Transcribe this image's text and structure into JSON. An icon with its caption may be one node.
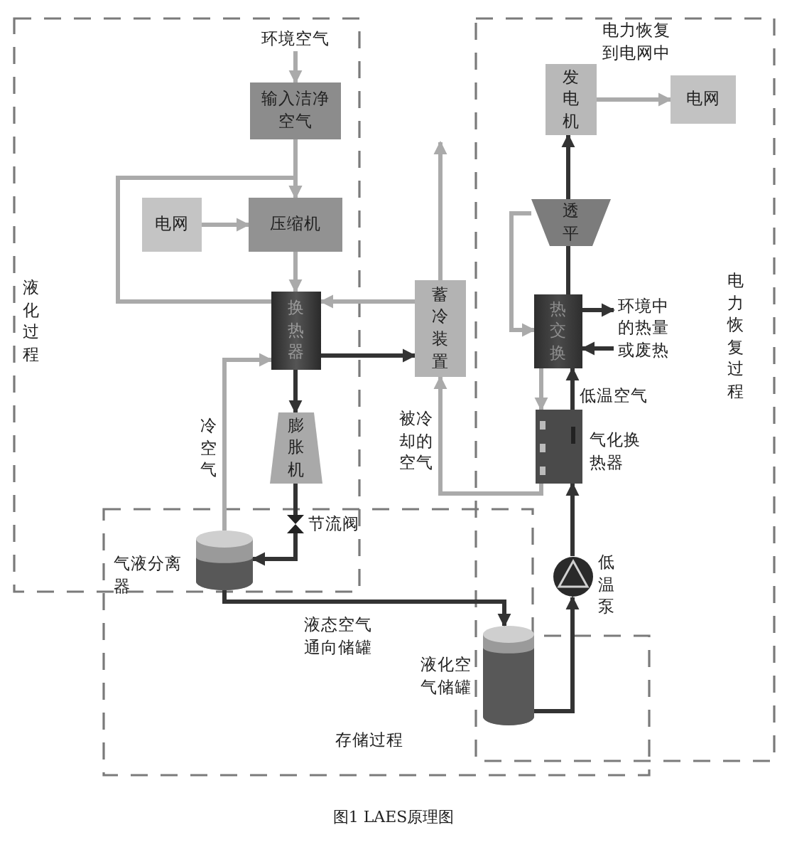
{
  "diagram": {
    "caption": "图1 LAES原理图",
    "nodes": [
      {
        "text": [
          "环境空气"
        ]
      },
      {
        "text": [
          "输入洁净空气"
        ]
      },
      {
        "text": [
          "电网"
        ]
      },
      {
        "text": [
          "压缩机"
        ]
      },
      {
        "text": [
          "换热器"
        ]
      },
      {
        "text": [
          "蓄冷装置"
        ]
      },
      {
        "text": [
          "膨胀机"
        ]
      },
      {
        "text": [],
        "shape": "valve",
        "beside": [
          "节流阀"
        ]
      },
      {
        "text": [],
        "shape": "cylinder",
        "beside": [
          "气液分离器"
        ]
      },
      {
        "text": [],
        "shape": "cylinder",
        "beside": [
          "液化空气储罐"
        ]
      },
      {
        "text": [],
        "shape": "circle",
        "beside": [
          "低温泵"
        ]
      },
      {
        "text": [],
        "shape": "box",
        "beside": [
          "气化换热器"
        ]
      },
      {
        "text": [
          "热交换"
        ]
      },
      {
        "text": [
          "透平"
        ]
      },
      {
        "text": [
          "发电机"
        ]
      },
      {
        "text": [
          "电网"
        ]
      },
      {
        "text": [
          "环境中的热量或废热"
        ]
      }
    ],
    "edges": [
      {
        "from": 0,
        "to": 1,
        "arrow": "to"
      },
      {
        "from": 1,
        "to": 3,
        "arrow": "to"
      },
      {
        "from": 2,
        "to": 3,
        "arrow": "to"
      },
      {
        "from": 3,
        "to": 4,
        "arrow": "to"
      },
      {
        "from": 4,
        "to": 3,
        "arrow": "to"
      },
      {
        "from": 4,
        "to": 5,
        "arrow": "to",
        "color": "#333333"
      },
      {
        "from": 5,
        "to": 4,
        "arrow": "to"
      },
      {
        "from": 5,
        "to": null,
        "arrow": "to"
      },
      {
        "from": 4,
        "to": 6,
        "arrow": "to",
        "color": "#333333"
      },
      {
        "from": 6,
        "to": 7,
        "arrow": "none",
        "color": "#333333"
      },
      {
        "from": 7,
        "to": 8,
        "arrow": "to",
        "color": "#333333"
      },
      {
        "from": 8,
        "to": 4,
        "arrow": "to",
        "label": "冷空气"
      },
      {
        "from": 8,
        "to": 9,
        "arrow": "to",
        "label": "液态空气通向储罐",
        "color": "#333333"
      },
      {
        "from": 9,
        "to": 10,
        "arrow": "to",
        "color": "#333333"
      },
      {
        "from": 10,
        "to": 11,
        "arrow": "to",
        "color": "#333333"
      },
      {
        "from": 11,
        "to": 12,
        "arrow": "to",
        "label": "低温空气",
        "color": "#333333"
      },
      {
        "from": 12,
        "to": 13,
        "arrow": "none",
        "color": "#333333"
      },
      {
        "from": 13,
        "to": 14,
        "arrow": "to",
        "color": "#333333"
      },
      {
        "from": 14,
        "to": 15,
        "arrow": "to"
      },
      {
        "from": 12,
        "to": 16,
        "arrow": "to",
        "color": "#333333"
      },
      {
        "from": 16,
        "to": 12,
        "arrow": "to",
        "color": "#333333"
      },
      {
        "from": 13,
        "to": 12,
        "arrow": "to"
      },
      {
        "from": 12,
        "to": 11,
        "arrow": "to"
      },
      {
        "from": 11,
        "to": 5,
        "arrow": "to",
        "label": "被冷却的空气"
      }
    ],
    "labels": [
      "电力恢复到电网中",
      "液化过程",
      "电力恢复过程",
      "存储过程"
    ]
  }
}
